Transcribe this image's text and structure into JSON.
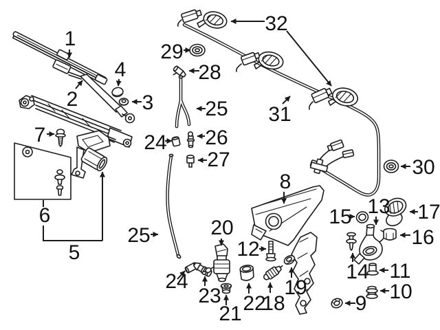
{
  "diagram": {
    "type": "exploded-parts-diagram",
    "subject": "windshield-wiper-and-washer-system",
    "background_color": "#ffffff",
    "line_color": "#1a1a1a",
    "label_color": "#111111",
    "callouts": [
      {
        "part": "wiper-blade",
        "label": "1"
      },
      {
        "part": "wiper-arm",
        "label": "2"
      },
      {
        "part": "arm-nut",
        "label": "3"
      },
      {
        "part": "arm-cap",
        "label": "4"
      },
      {
        "part": "wiper-linkage-assembly",
        "label": "5"
      },
      {
        "part": "mount-hardware-kit",
        "label": "6"
      },
      {
        "part": "mount-bolt",
        "label": "7"
      },
      {
        "part": "reservoir-bracket",
        "label": "8"
      },
      {
        "part": "nut",
        "label": "9"
      },
      {
        "part": "grommet",
        "label": "10"
      },
      {
        "part": "bushing",
        "label": "11"
      },
      {
        "part": "reservoir-bolt",
        "label": "12"
      },
      {
        "part": "filler-neck",
        "label": "13"
      },
      {
        "part": "retainer-pin",
        "label": "14"
      },
      {
        "part": "neck-seal",
        "label": "15"
      },
      {
        "part": "cap-retainer",
        "label": "16"
      },
      {
        "part": "reservoir-cap",
        "label": "17"
      },
      {
        "part": "level-sensor",
        "label": "18"
      },
      {
        "part": "clip-nut",
        "label": "19"
      },
      {
        "part": "washer-pump",
        "label": "20"
      },
      {
        "part": "pump-grommet",
        "label": "21"
      },
      {
        "part": "pump-sleeve",
        "label": "22"
      },
      {
        "part": "hose-elbow",
        "label": "23"
      },
      {
        "part": "hose-sleeve-upper",
        "label": "24"
      },
      {
        "part": "hose-sleeve-lower",
        "label": "24"
      },
      {
        "part": "y-hose-upper",
        "label": "25"
      },
      {
        "part": "hose-lower",
        "label": "25"
      },
      {
        "part": "check-valve",
        "label": "26"
      },
      {
        "part": "hose-cap",
        "label": "27"
      },
      {
        "part": "hose-connector",
        "label": "28"
      },
      {
        "part": "hood-grommet",
        "label": "29"
      },
      {
        "part": "cowl-grommet",
        "label": "30"
      },
      {
        "part": "washer-hose",
        "label": "31"
      },
      {
        "part": "washer-nozzle",
        "label": "32"
      }
    ]
  }
}
